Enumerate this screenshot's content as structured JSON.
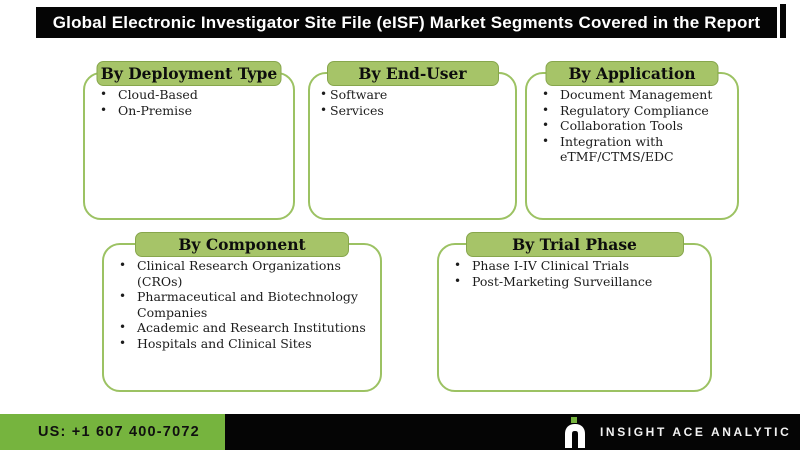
{
  "header": {
    "title": "Global Electronic Investigator Site File (eISF) Market Segments Covered in the Report"
  },
  "segments": [
    {
      "label": "By Deployment Type",
      "items": [
        "Cloud-Based",
        "On-Premise"
      ]
    },
    {
      "label": "By End-User",
      "items": [
        "Software",
        "Services"
      ]
    },
    {
      "label": "By Application",
      "items": [
        "Document Management",
        "Regulatory Compliance",
        "Collaboration Tools",
        "Integration with eTMF/CTMS/EDC"
      ]
    },
    {
      "label": "By Component",
      "items": [
        "Clinical Research Organizations (CROs)",
        "Pharmaceutical and Biotechnology Companies",
        "Academic and Research Institutions",
        "Hospitals and Clinical Sites"
      ]
    },
    {
      "label": "By Trial Phase",
      "items": [
        "Phase I-IV Clinical Trials",
        "Post-Marketing Surveillance"
      ]
    }
  ],
  "footer": {
    "phone": "US: +1 607 400-7072",
    "brand": "INSIGHT ACE ANALYTIC",
    "logo": "insight-ace-logo"
  },
  "colors": {
    "accent_green": "#76b43e",
    "label_green": "#a6c468",
    "border_green": "#9cc263",
    "bar_black": "#050505"
  }
}
